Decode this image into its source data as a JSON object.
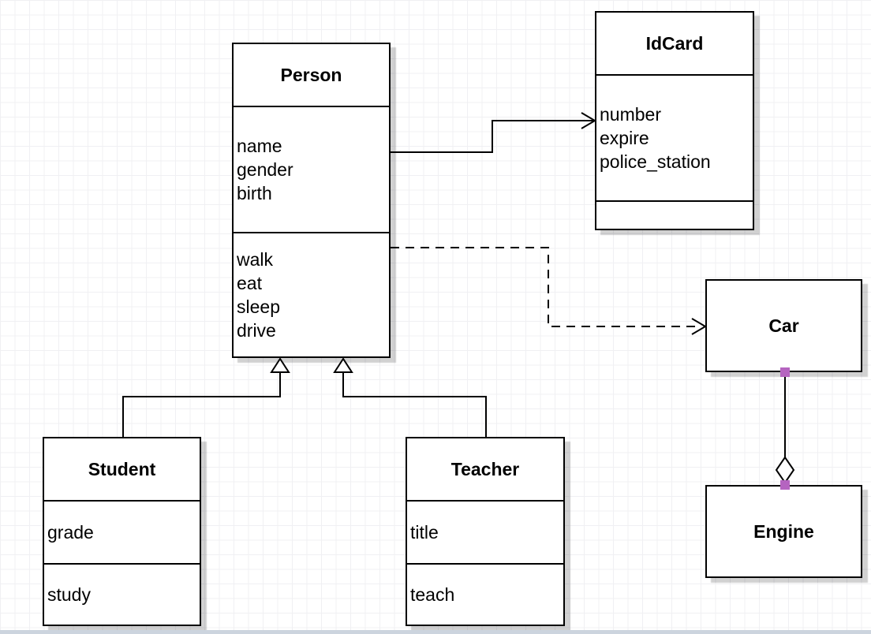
{
  "diagram": {
    "type": "uml-class-diagram",
    "classes": [
      {
        "title": "Person",
        "attributes": [
          "name",
          "gender",
          "birth"
        ],
        "methods": [
          "walk",
          "eat",
          "sleep",
          "drive"
        ]
      },
      {
        "title": "IdCard",
        "attributes": [
          "number",
          "expire",
          "police_station"
        ],
        "methods": []
      },
      {
        "title": "Student",
        "attributes": [
          "grade"
        ],
        "methods": [
          "study"
        ]
      },
      {
        "title": "Teacher",
        "attributes": [
          "title"
        ],
        "methods": [
          "teach"
        ]
      },
      {
        "title": "Car",
        "attributes": [],
        "methods": []
      },
      {
        "title": "Engine",
        "attributes": [],
        "methods": []
      }
    ],
    "relationships": [
      {
        "from": "Person",
        "to": "IdCard",
        "type": "association",
        "line": "solid",
        "marker": "open-arrow"
      },
      {
        "from": "Person",
        "to": "Car",
        "type": "dependency",
        "line": "dashed",
        "marker": "open-arrow"
      },
      {
        "from": "Student",
        "to": "Person",
        "type": "generalization",
        "line": "solid",
        "marker": "hollow-triangle"
      },
      {
        "from": "Teacher",
        "to": "Person",
        "type": "generalization",
        "line": "solid",
        "marker": "hollow-triangle"
      },
      {
        "from": "Car",
        "to": "Engine",
        "type": "aggregation",
        "line": "solid",
        "marker": "hollow-diamond"
      }
    ],
    "colors": {
      "box_border": "#000000",
      "box_fill": "#ffffff",
      "text": "#000000",
      "connector": "#000000",
      "endpoint_handle": "#b564c0",
      "grid_line": "#f0f0f3",
      "canvas": "#ffffff",
      "bottom_bar": "#ccd4de"
    }
  }
}
